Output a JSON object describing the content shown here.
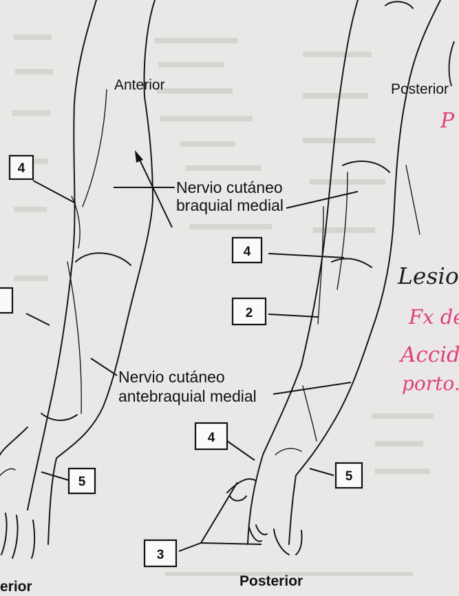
{
  "view_labels": {
    "anterior_top": "Anterior",
    "posterior_top": "Posterior",
    "anterior_bottom": "erior",
    "posterior_bottom": "Posterior"
  },
  "nerve_labels": {
    "brachial_line1": "Nervio cutáneo",
    "brachial_line2": "braquial medial",
    "antebrachial_line1": "Nervio cutáneo",
    "antebrachial_line2": "antebraquial medial"
  },
  "boxes": {
    "ant_left_4": "4",
    "ant_hand_5": "5",
    "post_4_upper": "4",
    "post_2": "2",
    "post_4_lower": "4",
    "post_5": "5",
    "bottom_3": "3"
  },
  "handwriting": {
    "black_word": "Lesion",
    "pink_line1": "Fx de",
    "pink_line2": "Accident",
    "pink_line3": "porto.",
    "corner_p": "P"
  },
  "colors": {
    "ink": "#151515",
    "pink_handwriting": "#e0407e",
    "paper": "#e9e8e6"
  }
}
